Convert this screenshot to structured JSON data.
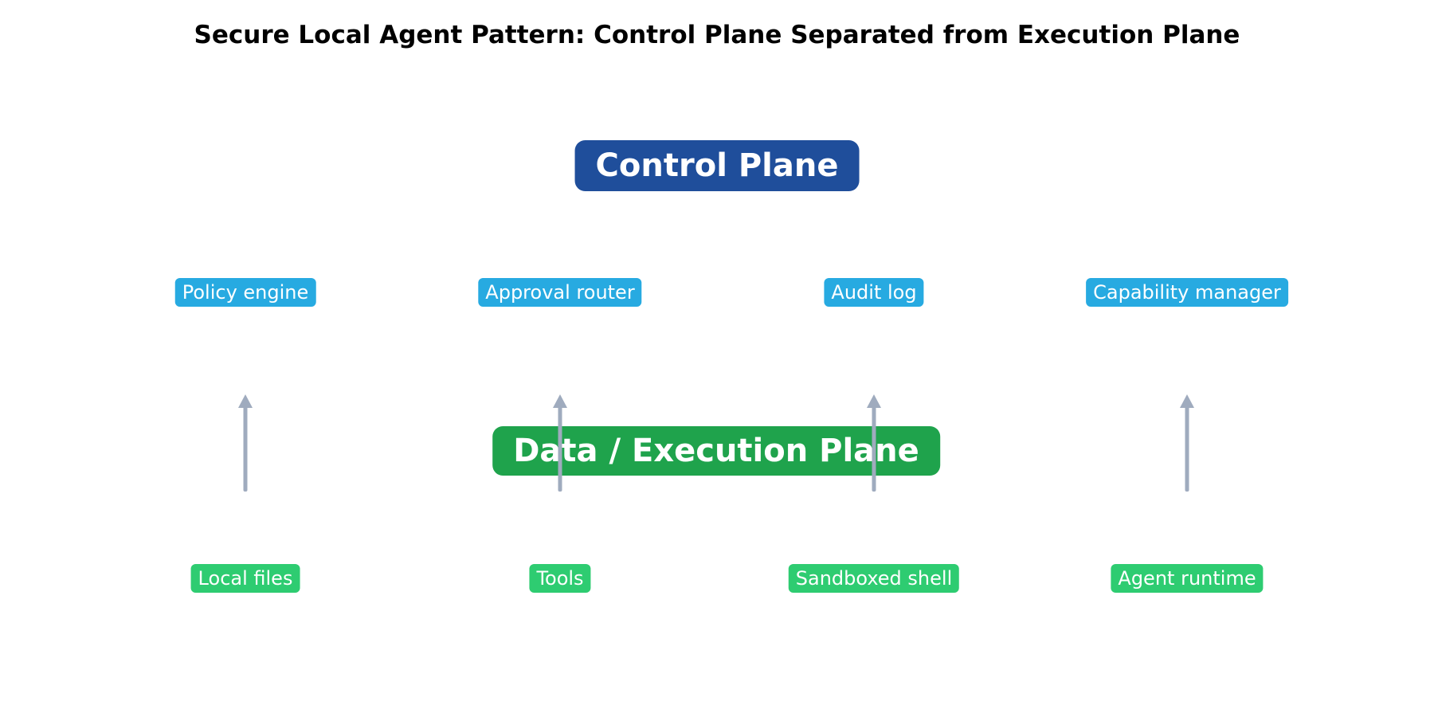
{
  "title": "Secure Local Agent Pattern: Control Plane Separated from Execution Plane",
  "colors": {
    "background": "#ffffff",
    "title_text": "#000000",
    "control_plane_banner": "#1f4e9b",
    "control_component": "#27aae1",
    "execution_plane_banner": "#1fa34c",
    "execution_component": "#2ecc71",
    "arrow": "#9fabbe",
    "box_text": "#ffffff"
  },
  "control_plane": {
    "label": "Control Plane",
    "components": [
      {
        "label": "Policy engine"
      },
      {
        "label": "Approval router"
      },
      {
        "label": "Audit log"
      },
      {
        "label": "Capability manager"
      }
    ]
  },
  "execution_plane": {
    "label": "Data / Execution Plane",
    "components": [
      {
        "label": "Local files"
      },
      {
        "label": "Tools"
      },
      {
        "label": "Sandboxed shell"
      },
      {
        "label": "Agent runtime"
      }
    ]
  },
  "arrows": {
    "direction": "up",
    "meaning": "execution plane reports up to control plane",
    "count": 4
  }
}
